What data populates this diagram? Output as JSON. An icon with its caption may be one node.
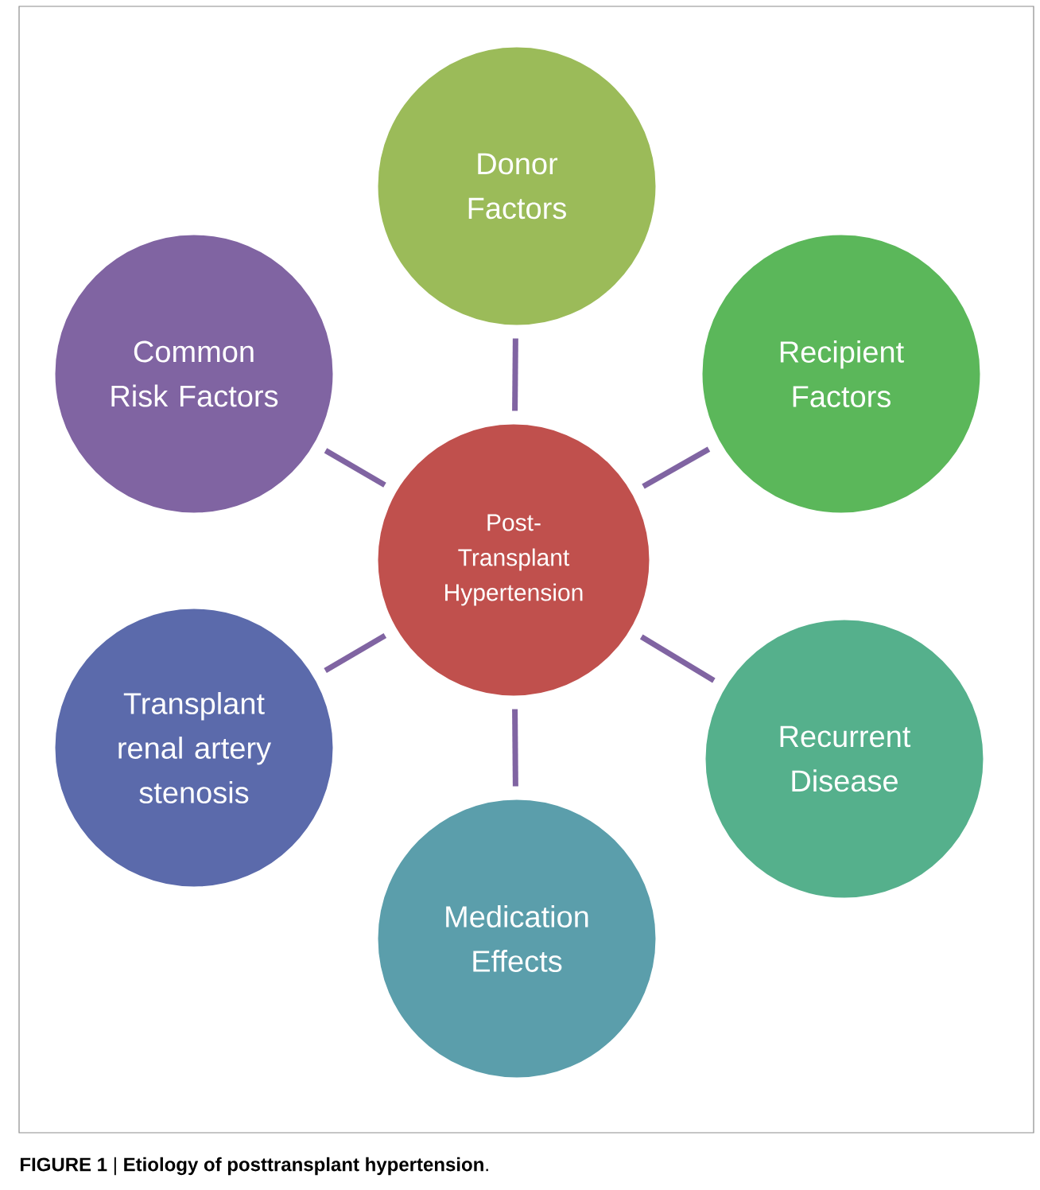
{
  "diagram": {
    "caption": "**FIGURE 1** | **Etiology of posttransplant hypertension**.",
    "nodes": [
      {
        "text": [
          "Post-Transplant Hypertension"
        ]
      },
      {
        "text": [
          "Donor Factors"
        ]
      },
      {
        "text": [
          "Recipient Factors"
        ]
      },
      {
        "text": [
          "Recurrent Disease"
        ]
      },
      {
        "text": [
          "Medication Effects"
        ]
      },
      {
        "text": [
          "Transplant renal artery stenosis"
        ]
      },
      {
        "text": [
          "Common Risk Factors"
        ]
      }
    ],
    "edges": [
      {
        "from": 0,
        "to": 1,
        "arrow": "none"
      },
      {
        "from": 0,
        "to": 2,
        "arrow": "none"
      },
      {
        "from": 0,
        "to": 3,
        "arrow": "none"
      },
      {
        "from": 0,
        "to": 4,
        "arrow": "none"
      },
      {
        "from": 0,
        "to": 5,
        "arrow": "none"
      },
      {
        "from": 0,
        "to": 6,
        "arrow": "none"
      }
    ]
  }
}
